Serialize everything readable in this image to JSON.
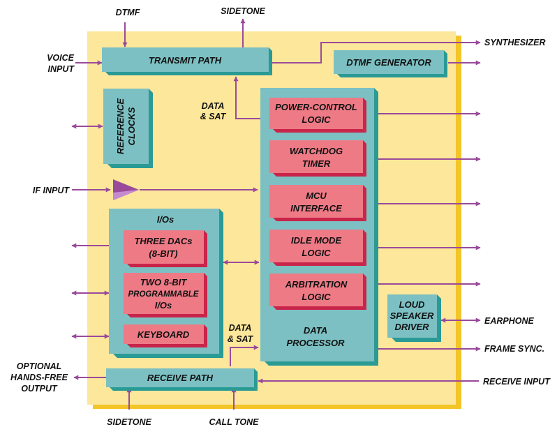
{
  "colors": {
    "background_panel": "#fde79a",
    "panel_shadow": "#f3c527",
    "teal": "#7cc0c3",
    "teal_dark": "#2a9a95",
    "pink": "#ee7a86",
    "pink_dark": "#c9244a",
    "arrow": "#9a4a9a",
    "amp": "#9a4a9a",
    "amp_light": "#c68ad0"
  },
  "external": {
    "dtmf": "DTMF",
    "sidetone_top": "SIDETONE",
    "synthesizer": "SYNTHESIZER",
    "voice_input": [
      "VOICE",
      "INPUT"
    ],
    "if_input": "IF INPUT",
    "earphone": "EARPHONE",
    "frame_sync": "FRAME SYNC.",
    "receive_input": "RECEIVE INPUT",
    "optional_output": [
      "OPTIONAL",
      "HANDS-FREE",
      "OUTPUT"
    ],
    "sidetone_bottom": "SIDETONE",
    "call_tone": "CALL TONE",
    "data_sat_top": [
      "DATA",
      "& SAT"
    ],
    "data_sat_bottom": [
      "DATA",
      "& SAT"
    ]
  },
  "blocks": {
    "transmit_path": "TRANSMIT PATH",
    "dtmf_generator": "DTMF GENERATOR",
    "reference_clocks": [
      "REFERENCE",
      "CLOCKS"
    ],
    "ios_title": "I/Os",
    "three_dacs": [
      "THREE DACs",
      "(8-BIT)"
    ],
    "two_8bit": [
      "TWO  8-BIT",
      "PROGRAMMABLE",
      "I/Os"
    ],
    "keyboard": "KEYBOARD",
    "power_control": [
      "POWER-CONTROL",
      "LOGIC"
    ],
    "watchdog": [
      "WATCHDOG",
      "TIMER"
    ],
    "mcu_interface": [
      "MCU",
      "INTERFACE"
    ],
    "idle_mode": [
      "IDLE MODE",
      "LOGIC"
    ],
    "arbitration": [
      "ARBITRATION",
      "LOGIC"
    ],
    "data_processor": [
      "DATA",
      "PROCESSOR"
    ],
    "loud_speaker": [
      "LOUD",
      "SPEAKER",
      "DRIVER"
    ],
    "receive_path": "RECEIVE PATH"
  }
}
